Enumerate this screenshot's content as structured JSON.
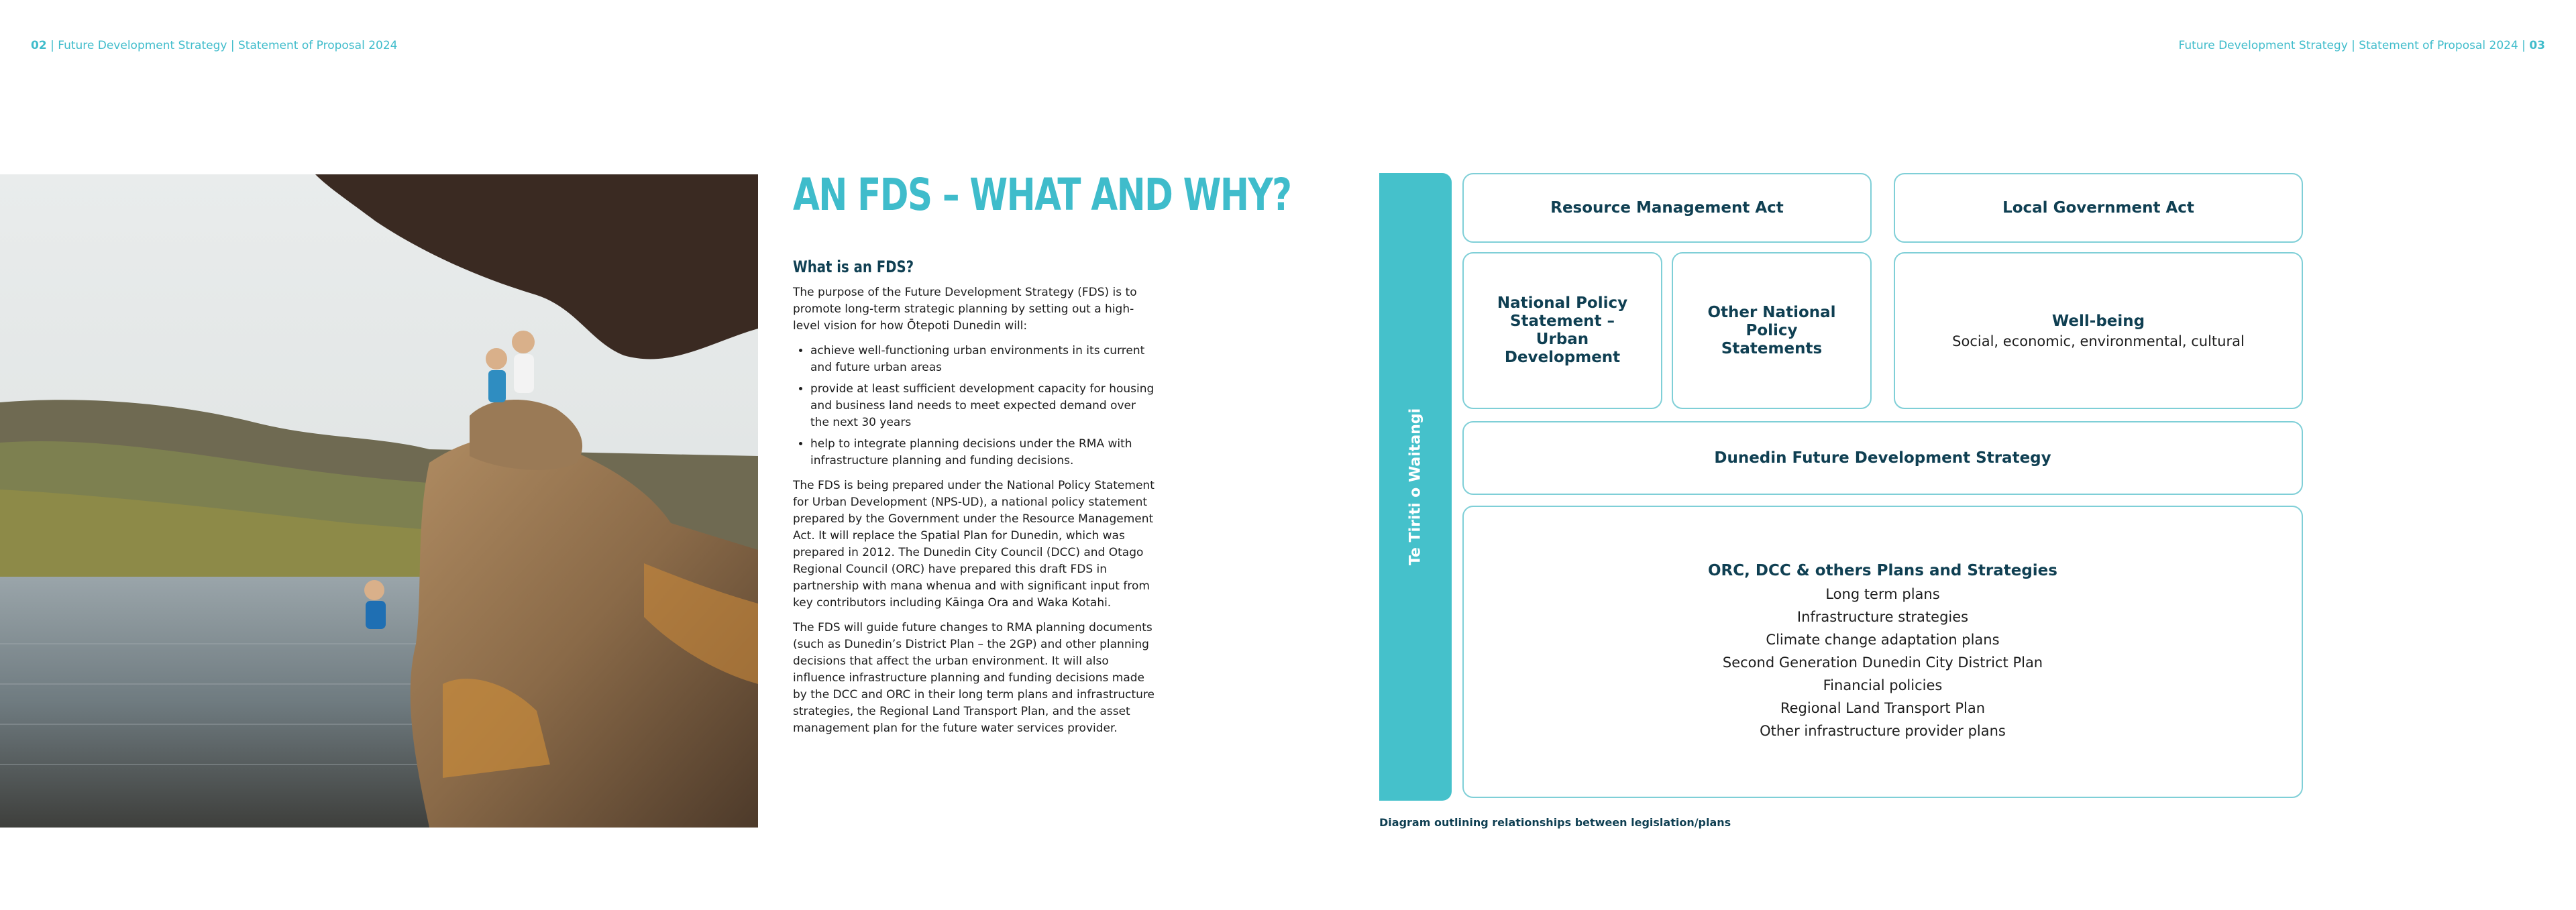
{
  "header": {
    "left_page": "02",
    "left_title": "Future Development Strategy | Statement of Proposal 2024",
    "right_title": "Future Development Strategy | Statement of Proposal 2024",
    "right_page": "03",
    "separator": " | "
  },
  "main": {
    "heading": "AN FDS – WHAT AND WHY?",
    "subheading": "What is an FDS?",
    "intro": "The purpose of the Future Development Strategy (FDS) is to promote long-term strategic planning by setting out a high-level vision for how Ōtepoti Dunedin will:",
    "bullets": [
      "achieve well-functioning urban environments in its current and future urban areas",
      "provide at least sufficient development capacity for housing and business land needs to meet expected demand over the next 30 years",
      "help to integrate planning decisions under the RMA with infrastructure planning and funding decisions."
    ],
    "para2": "The FDS is being prepared under the National Policy Statement for Urban Development (NPS-UD), a national policy statement prepared by the Government under the Resource Management Act. It will replace the Spatial Plan for Dunedin, which was prepared in 2012. The Dunedin City Council (DCC) and Otago Regional Council (ORC) have prepared this draft FDS in partnership with mana whenua and with significant input from key contributors including Kāinga Ora and Waka Kotahi.",
    "para3": "The FDS will guide future changes to RMA planning documents (such as Dunedin’s District Plan – the 2GP) and other planning decisions that affect the urban environment. It will also influence infrastructure planning and funding decisions made by the DCC and ORC in their long term plans and infrastructure strategies, the Regional Land Transport Plan, and the asset management plan for the future water services provider."
  },
  "diagram": {
    "side_label": "Te Tiriti o Waitangi",
    "rma": "Resource Management Act",
    "lga": "Local Government Act",
    "nps_ud": "National Policy Statement – Urban Development",
    "other_nps": "Other National Policy Statements",
    "wellbeing_title": "Well-being",
    "wellbeing_sub": "Social, economic, environmental, cultural",
    "fds": "Dunedin Future Development Strategy",
    "plans_title": "ORC, DCC & others Plans and Strategies",
    "plans_items": [
      "Long term plans",
      "Infrastructure strategies",
      "Climate change adaptation plans",
      "Second Generation Dunedin City District Plan",
      "Financial policies",
      "Regional Land Transport Plan",
      "Other infrastructure provider plans"
    ],
    "caption": "Diagram outlining relationships between legislation/plans"
  },
  "colors": {
    "accent": "#3fbccb",
    "navy": "#0f3f52",
    "box_border": "#7fcfd7"
  }
}
